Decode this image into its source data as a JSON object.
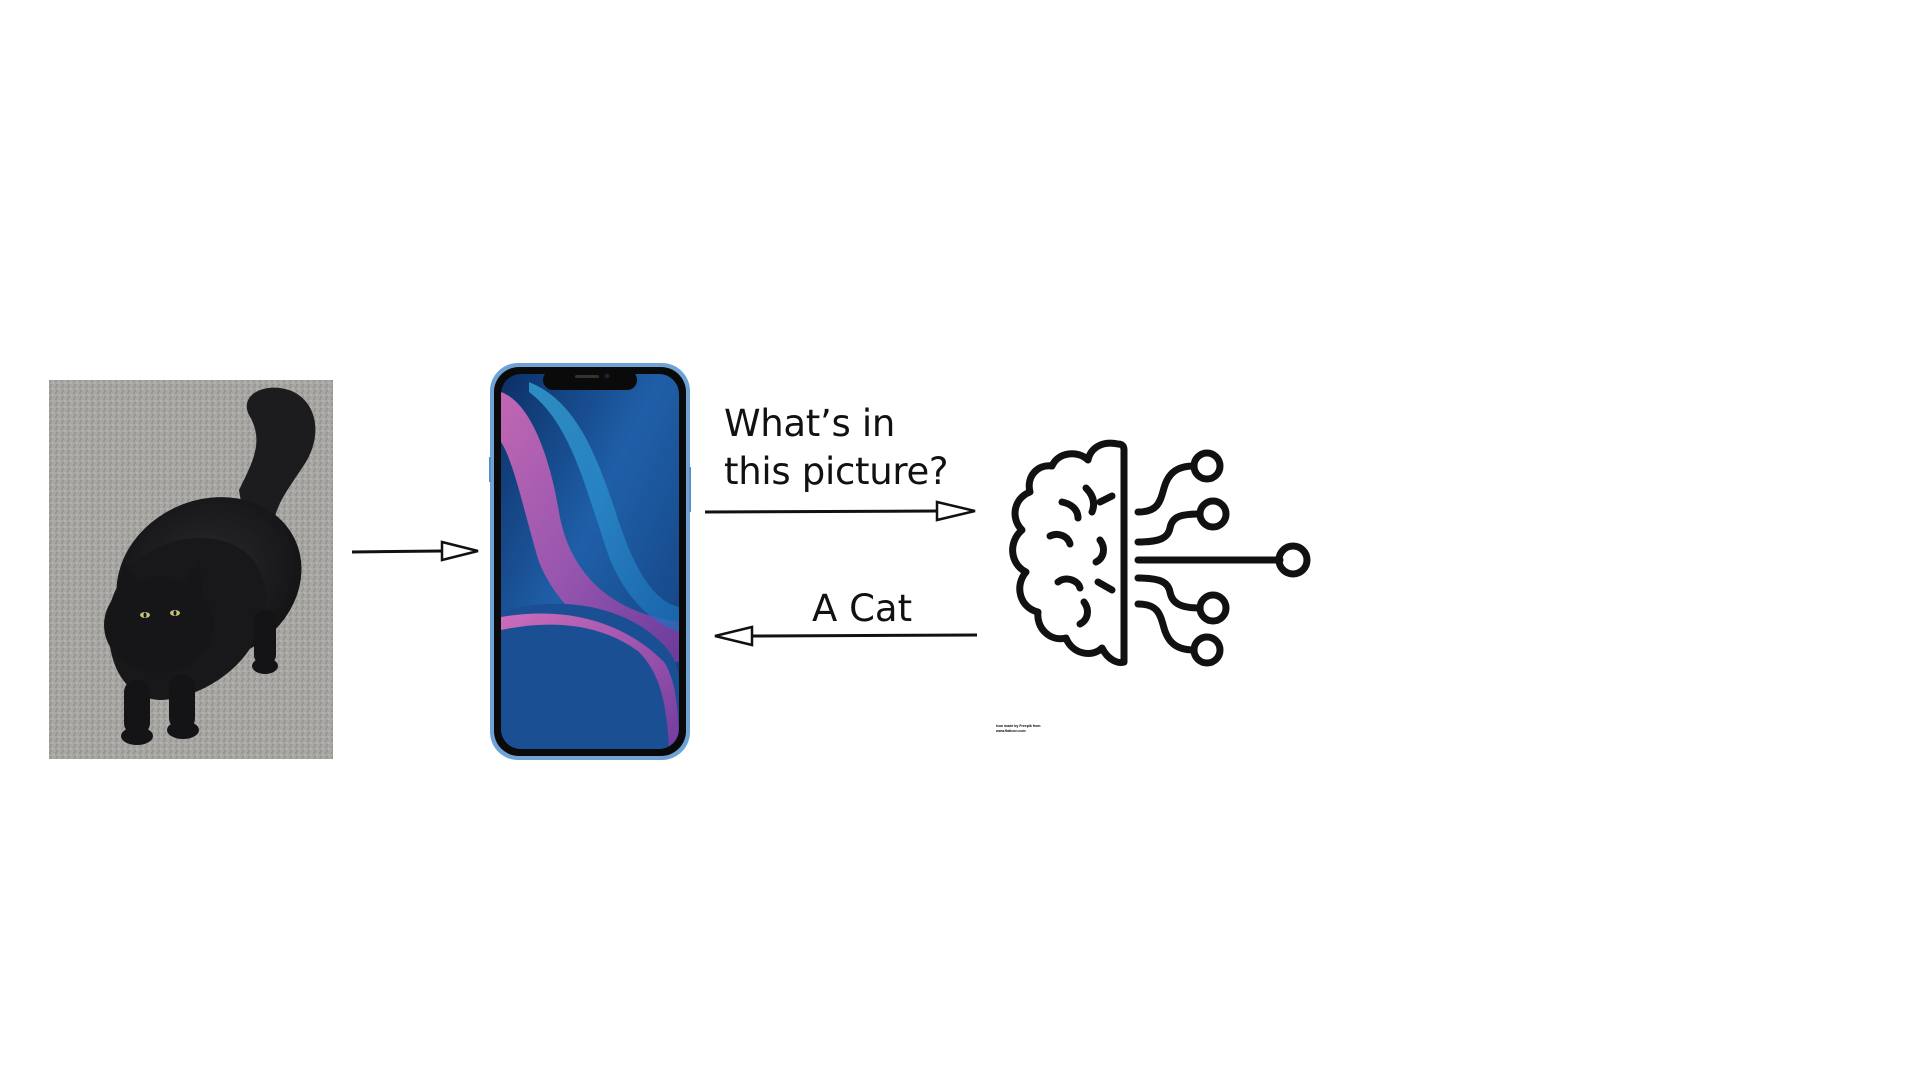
{
  "diagram": {
    "question_text": [
      "What’s in",
      "this picture?"
    ],
    "answer_text": "A Cat",
    "credit_lines": [
      "Icon made by Freepik from",
      "www.flaticon.com"
    ],
    "colors": {
      "stroke": "#111111",
      "phone_frame": "#6fa3d6",
      "screen_blue": "#1f5fa8",
      "screen_pink": "#c84fa0"
    },
    "icons": [
      "cat-photo",
      "smartphone-icon",
      "brain-circuit-icon",
      "arrow-right-icon",
      "arrow-left-icon"
    ]
  }
}
